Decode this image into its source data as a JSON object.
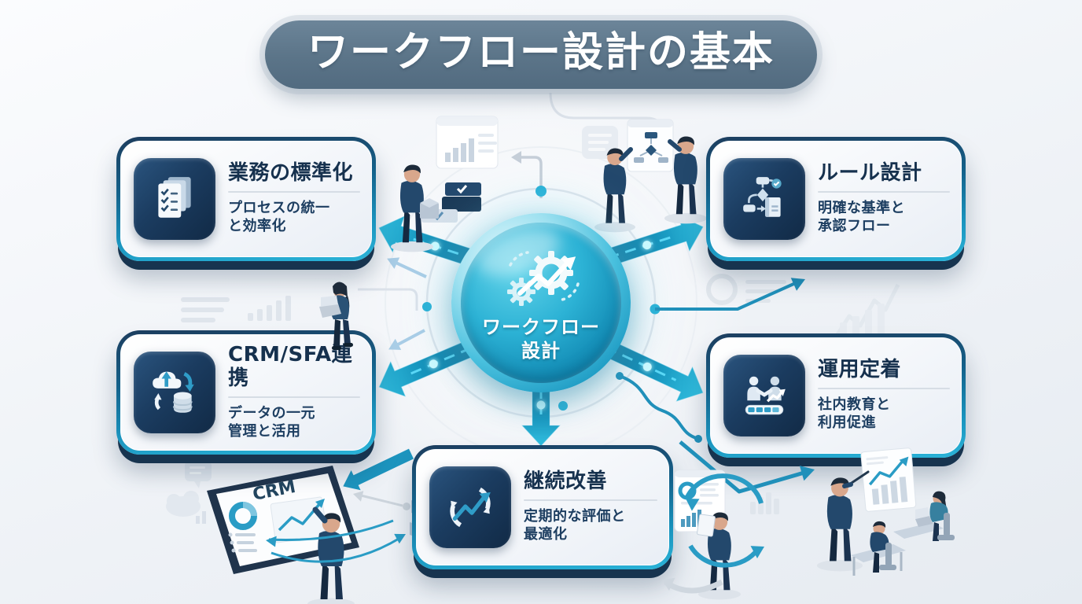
{
  "title": {
    "text": "ワークフロー設計の基本"
  },
  "hub": {
    "icon": "gears-growth-arrow-icon",
    "label": "ワークフロー\n設計"
  },
  "cards": [
    {
      "id": "standardization",
      "icon": "documents-checklist-icon",
      "title": "業務の標準化",
      "subtitle": "プロセスの統一\nと効率化"
    },
    {
      "id": "rule-design",
      "icon": "flowchart-rulebook-icon",
      "title": "ルール設計",
      "subtitle": "明確な基準と\n承認フロー"
    },
    {
      "id": "crm-sfa-integration",
      "icon": "cloud-sync-database-icon",
      "title": "CRM/SFA連携",
      "subtitle": "データの一元\n管理と活用"
    },
    {
      "id": "adoption",
      "icon": "handshake-progress-icon",
      "title": "運用定着",
      "subtitle": "社内教育と\n利用促進"
    },
    {
      "id": "continuous-improvement",
      "icon": "cycle-growth-icon",
      "title": "継続改善",
      "subtitle": "定期的な評価と\n最適化"
    }
  ],
  "illustrations": {
    "crm_screen_label": "CRM"
  },
  "colors": {
    "accent_teal": "#1a9cc7",
    "cyan_glow": "#6fe3ff",
    "deep_navy": "#16314e",
    "title_bg": "#5e7789",
    "card_border_gradient_top": "#1d3d5e",
    "card_border_gradient_bottom": "#2ab3d8",
    "hub_core": "#1a9fc6"
  }
}
